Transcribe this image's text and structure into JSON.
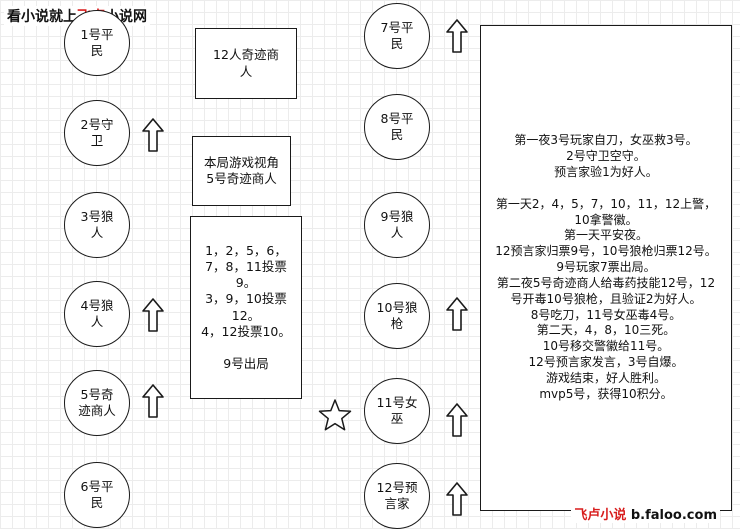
{
  "colors": {
    "line": "#1a1a1a",
    "watermark_accent": "#d81c1c",
    "grid": "#ececec"
  },
  "watermark": {
    "top": {
      "before": "看小说就上",
      "brand": "飞卢",
      "after": "小说网"
    },
    "bottom": {
      "brand": "飞卢小说",
      "domain": "b.faloo.com"
    }
  },
  "left_players": [
    {
      "label": "1号平民"
    },
    {
      "label": "2号守卫",
      "arrow": true
    },
    {
      "label": "3号狼人"
    },
    {
      "label": "4号狼人",
      "arrow": true
    },
    {
      "label": "5号奇迹商人",
      "arrow": true
    },
    {
      "label": "6号平民"
    }
  ],
  "right_players": [
    {
      "label": "7号平民",
      "arrow": true
    },
    {
      "label": "8号平民"
    },
    {
      "label": "9号狼人"
    },
    {
      "label": "10号狼枪",
      "arrow": true
    },
    {
      "label": "11号女巫",
      "arrow": true,
      "star": true
    },
    {
      "label": "12号预言家",
      "arrow": true
    }
  ],
  "boxes": {
    "merchant_count": "12人奇迹商人",
    "perspective": "本局游戏视角\n5号奇迹商人",
    "votes": "1，2，5，6，\n7，8，11投票\n9。\n3，9，10投票\n12。\n4，12投票10。\n\n9号出局",
    "summary": "第一夜3号玩家自刀，女巫救3号。\n2号守卫空守。\n预言家验1为好人。\n\n第一天2，4，5，7，10，11，12上警，10拿警徽。\n第一天平安夜。\n12预言家归票9号，10号狼枪归票12号。\n9号玩家7票出局。\n第二夜5号奇迹商人给毒药技能12号，12号开毒10号狼枪，且验证2为好人。\n8号吃刀，11号女巫毒4号。\n第二天，4，8，10三死。\n10号移交警徽给11号。\n12号预言家发言，3号自爆。\n游戏结束，好人胜利。\nmvp5号，获得10积分。"
  }
}
